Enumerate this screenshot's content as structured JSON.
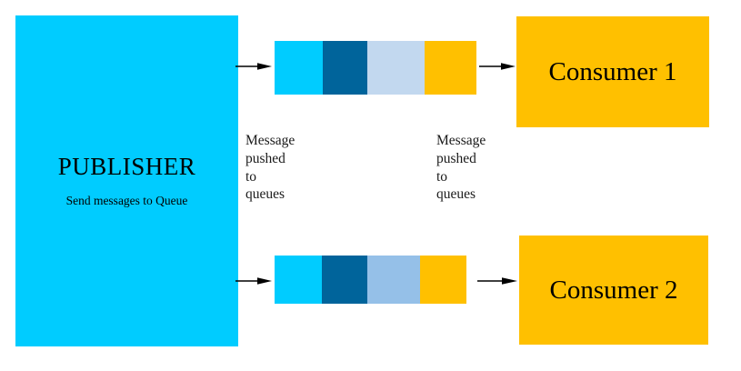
{
  "diagram": {
    "title": "Message queue publish-subscribe diagram",
    "background": "#ffffff"
  },
  "publisher": {
    "title": "PUBLISHER",
    "subtitle": "Send messages to Queue",
    "color": "#00ccff"
  },
  "captions": [
    {
      "text": "Message\npushed\nto\nqueues"
    },
    {
      "text": "Message\npushed\nto\nqueues"
    }
  ],
  "queues": [
    {
      "name": "queue-1",
      "segments": [
        {
          "label": "segment-cyan",
          "color": "#00ccff",
          "width_pct": 23.9
        },
        {
          "label": "segment-dark-blue",
          "color": "#00649b",
          "width_pct": 22.1
        },
        {
          "label": "segment-light-blue",
          "color": "#c2d8ef",
          "width_pct": 28.4
        },
        {
          "label": "segment-yellow",
          "color": "#ffc000",
          "width_pct": 25.6
        }
      ]
    },
    {
      "name": "queue-2",
      "segments": [
        {
          "label": "segment-cyan",
          "color": "#00ccff",
          "width_pct": 24.6
        },
        {
          "label": "segment-dark-blue",
          "color": "#00649b",
          "width_pct": 23.7
        },
        {
          "label": "segment-light-blue",
          "color": "#95c0e8",
          "width_pct": 27.5
        },
        {
          "label": "segment-yellow",
          "color": "#ffc000",
          "width_pct": 24.2
        }
      ]
    }
  ],
  "consumers": [
    {
      "label": "Consumer 1",
      "color": "#ffc000"
    },
    {
      "label": "Consumer 2",
      "color": "#ffc000"
    }
  ],
  "arrows": [
    {
      "name": "publisher-to-queue-1",
      "direction": "right",
      "color": "#000000"
    },
    {
      "name": "publisher-to-queue-2",
      "direction": "right",
      "color": "#000000"
    },
    {
      "name": "queue-1-to-consumer-1",
      "direction": "right",
      "color": "#000000"
    },
    {
      "name": "queue-2-to-consumer-2",
      "direction": "right",
      "color": "#000000"
    }
  ]
}
